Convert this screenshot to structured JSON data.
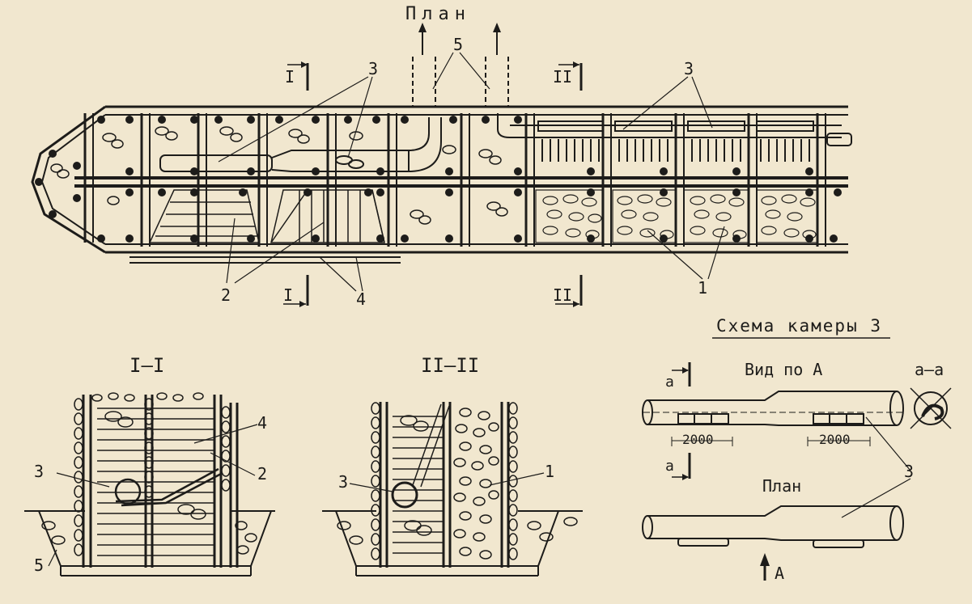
{
  "plan": {
    "title": "План",
    "section_i_top": "I",
    "section_ii_top": "II",
    "section_i_bottom": "I",
    "section_ii_bottom": "II",
    "callout_3_left": "3",
    "callout_3_right": "3",
    "callout_5": "5",
    "callout_2": "2",
    "callout_4": "4",
    "callout_1": "1"
  },
  "section_1": {
    "title": "I–I",
    "callout_3": "3",
    "callout_4": "4",
    "callout_2": "2",
    "callout_5": "5"
  },
  "section_2": {
    "title": "II–II",
    "callout_3": "3",
    "callout_1": "1"
  },
  "chamber": {
    "title": "Схема камеры 3",
    "view_label": "Вид по А",
    "section_label": "а–а",
    "cut_mark_top": "а",
    "cut_mark_bottom": "а",
    "dim_left": "2000",
    "dim_right": "2000",
    "callout_3_top": "3",
    "callout_3_bottom": "3",
    "plan_label": "План",
    "arrow_label": "А"
  },
  "colors": {
    "paper": "#f1e7cf",
    "ink": "#1d1c1a"
  }
}
